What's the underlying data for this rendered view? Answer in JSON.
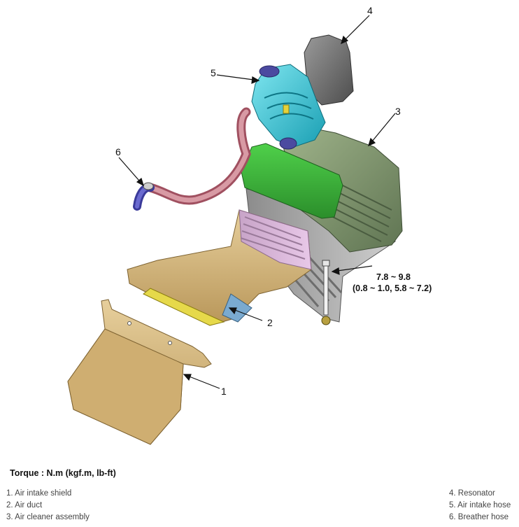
{
  "callouts": {
    "c1": "1",
    "c2": "2",
    "c3": "3",
    "c4": "4",
    "c5": "5",
    "c6": "6"
  },
  "torque_spec": {
    "line1": "7.8 ~ 9.8",
    "line2": "(0.8 ~ 1.0, 5.8 ~ 7.2)"
  },
  "torque_title": "Torque : N.m (kgf.m, lb-ft)",
  "legend_left": [
    "1. Air intake shield",
    "2. Air duct",
    "3. Air cleaner assembly"
  ],
  "legend_right": [
    "4. Resonator",
    "5. Air intake hose",
    "6. Breather hose"
  ]
}
